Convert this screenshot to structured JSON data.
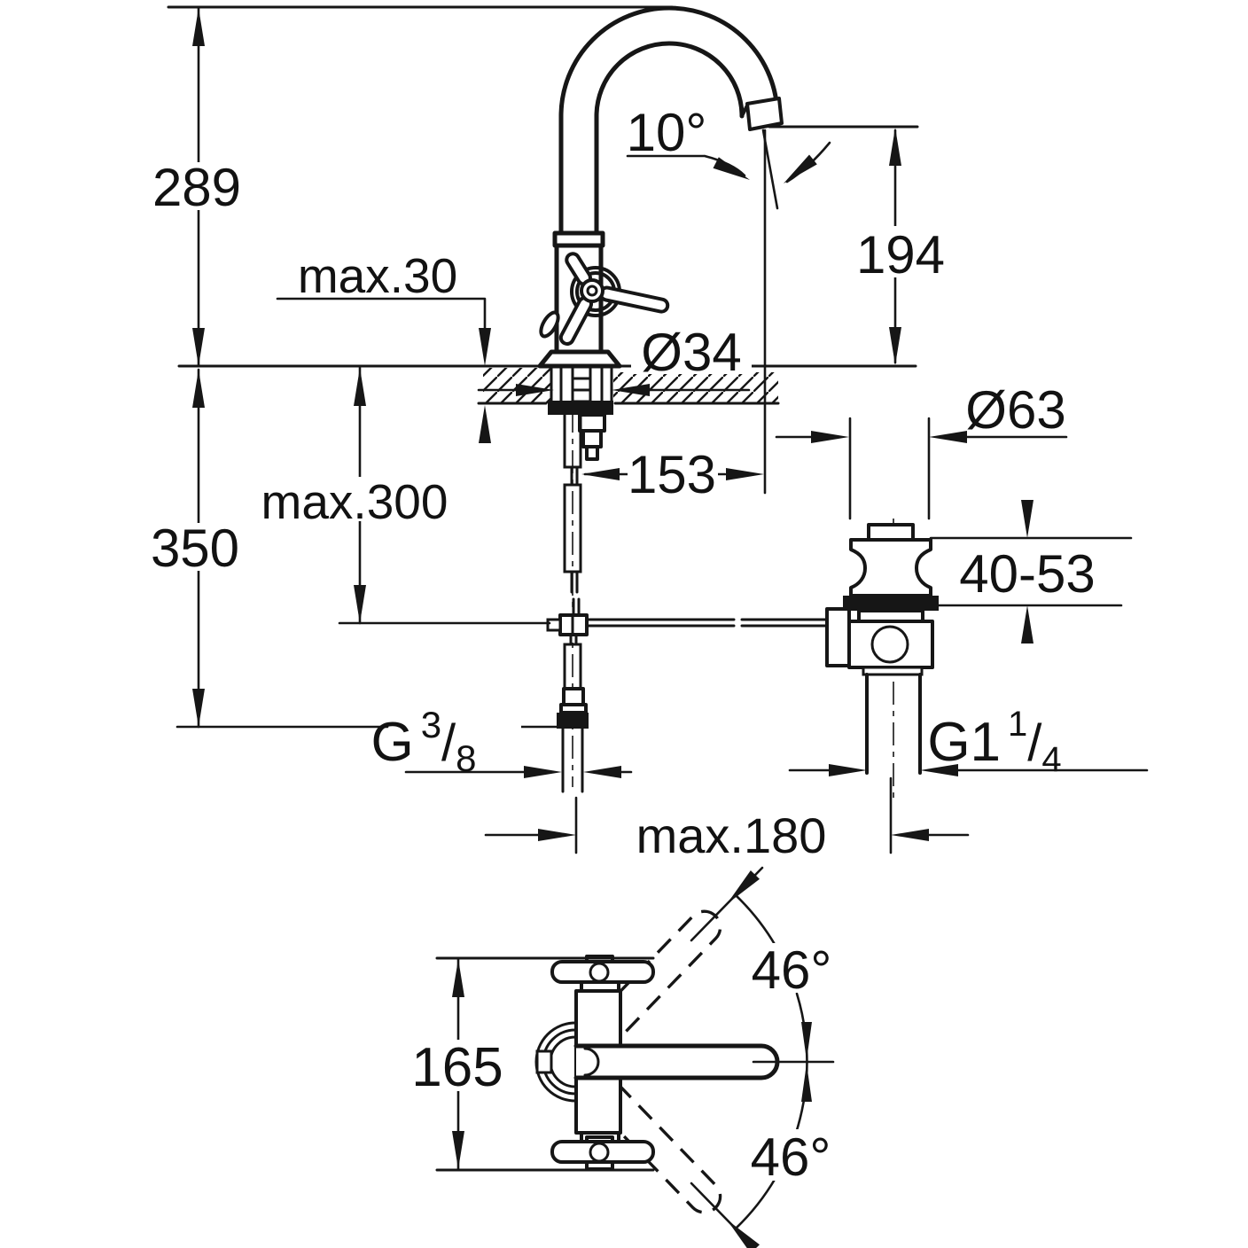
{
  "drawing": {
    "kind": "faucet-installation-dimension-drawing",
    "background": "#ffffff",
    "ink": "#161616",
    "labels": {
      "h289": "289",
      "v350": "350",
      "max30": "max.30",
      "max300": "max.300",
      "angle10": "10°",
      "h194": "194",
      "dia34": "Ø34",
      "w153": "153",
      "dia63": "Ø63",
      "range4053": "40-53",
      "g38": {
        "prefix": "G",
        "sup": "3",
        "slash": "/",
        "sub": "8"
      },
      "g114": {
        "prefix": "G1",
        "sup": "1",
        "slash": "/",
        "sub": "4"
      },
      "max180": "max.180",
      "w165": "165",
      "angle46_top": "46°",
      "angle46_bottom": "46°"
    }
  }
}
